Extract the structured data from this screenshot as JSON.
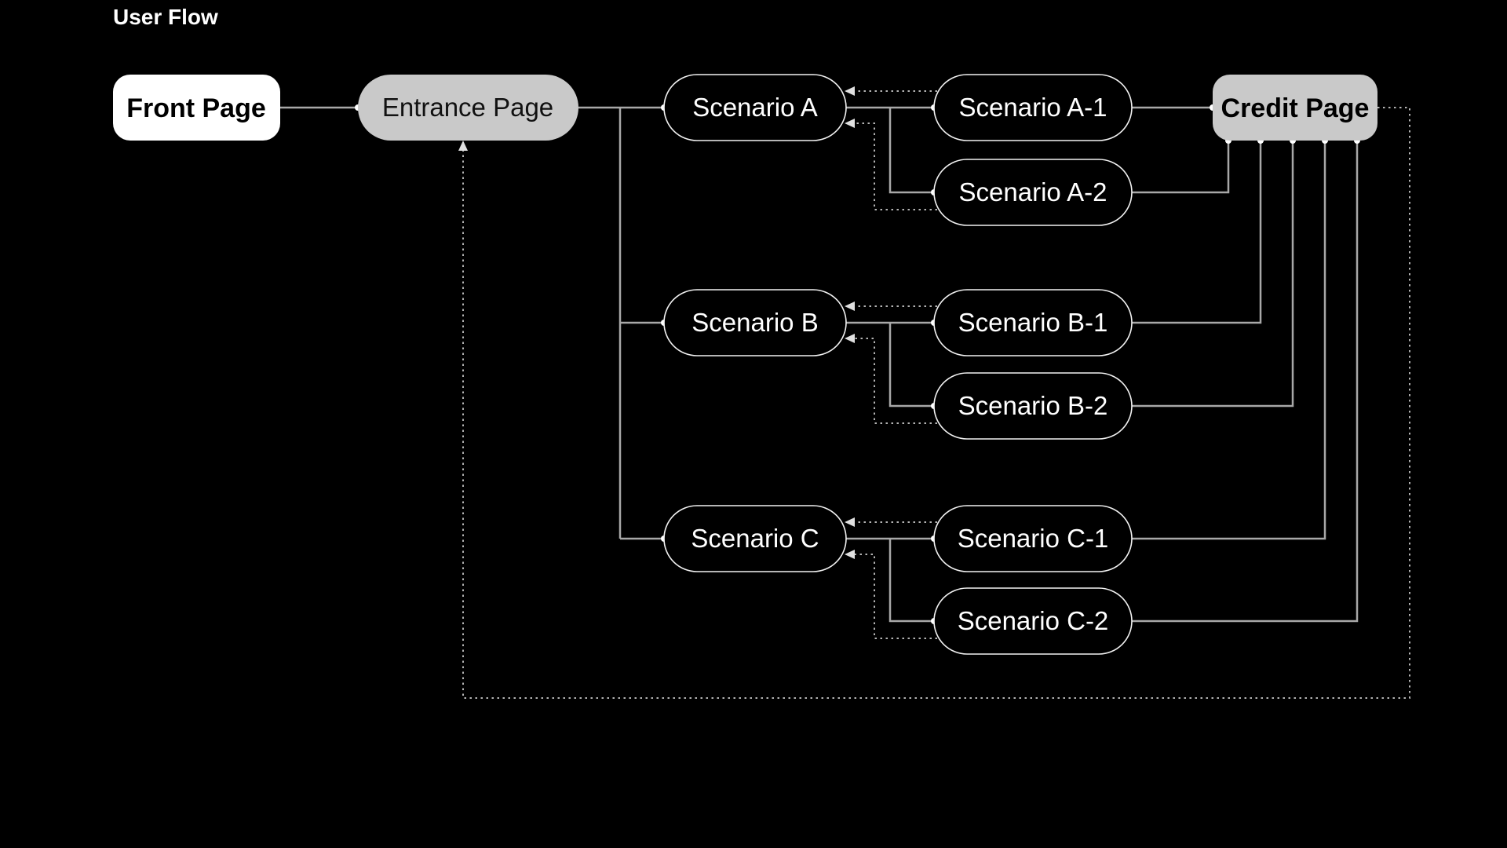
{
  "title": "User Flow",
  "nodes": {
    "front": {
      "label": "Front Page"
    },
    "entrance": {
      "label": "Entrance Page"
    },
    "scenario_a": {
      "label": "Scenario A"
    },
    "scenario_a1": {
      "label": "Scenario A-1"
    },
    "scenario_a2": {
      "label": "Scenario A-2"
    },
    "scenario_b": {
      "label": "Scenario B"
    },
    "scenario_b1": {
      "label": "Scenario B-1"
    },
    "scenario_b2": {
      "label": "Scenario B-2"
    },
    "scenario_c": {
      "label": "Scenario C"
    },
    "scenario_c1": {
      "label": "Scenario C-1"
    },
    "scenario_c2": {
      "label": "Scenario C-2"
    },
    "credit": {
      "label": "Credit Page"
    }
  },
  "colors": {
    "background": "#000000",
    "node_white": "#ffffff",
    "node_gray": "#c9c9c9",
    "pill_outline": "#f2f2f2",
    "connector_solid": "#a8a8a8",
    "connector_dotted": "#b3b3b3",
    "junction_dot": "#ffffff",
    "text_light": "#ffffff",
    "text_dark": "#111111"
  }
}
